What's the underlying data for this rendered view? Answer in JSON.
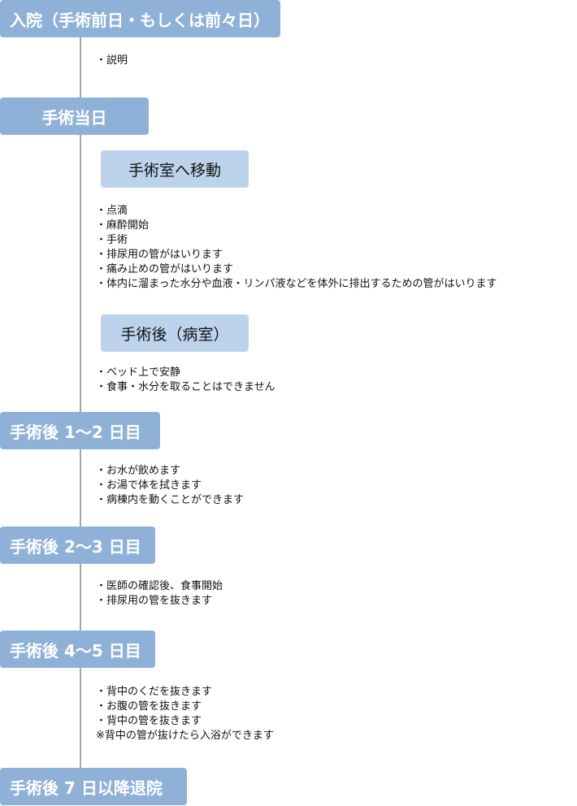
{
  "colors": {
    "stage_bg": "#8fb1d7",
    "substage_bg": "#bdd3ec",
    "line": "#a7a7a7"
  },
  "stages": [
    {
      "label": "入院（手術前日・もしくは前々日）",
      "items": [
        "・説明"
      ]
    },
    {
      "label": "手術当日",
      "substages": [
        {
          "label": "手術室へ移動",
          "items": [
            "・点滴",
            "・麻酔開始",
            "・手術",
            "・排尿用の管がはいります",
            "・痛み止めの管がはいります",
            "・体内に溜まった水分や血液・リンパ液などを体外に排出するための管がはいります"
          ]
        },
        {
          "label": "手術後（病室）",
          "items": [
            "・ベッド上で安静",
            "・食事・水分を取ることはできません"
          ]
        }
      ]
    },
    {
      "label": "手術後 1～2 日目",
      "items": [
        "・お水が飲めます",
        "・お湯で体を拭きます",
        "・病棟内を動くことができます"
      ]
    },
    {
      "label": "手術後 2～3 日目",
      "items": [
        "・医師の確認後、食事開始",
        "・排尿用の管を抜きます"
      ]
    },
    {
      "label": "手術後 4～5 日目",
      "items": [
        "・背中のくだを抜きます",
        "・お腹の管を抜きます",
        "・背中の管を抜きます",
        "※背中の管が抜けたら入浴ができます"
      ]
    },
    {
      "label": "手術後 7 日以降退院"
    }
  ]
}
